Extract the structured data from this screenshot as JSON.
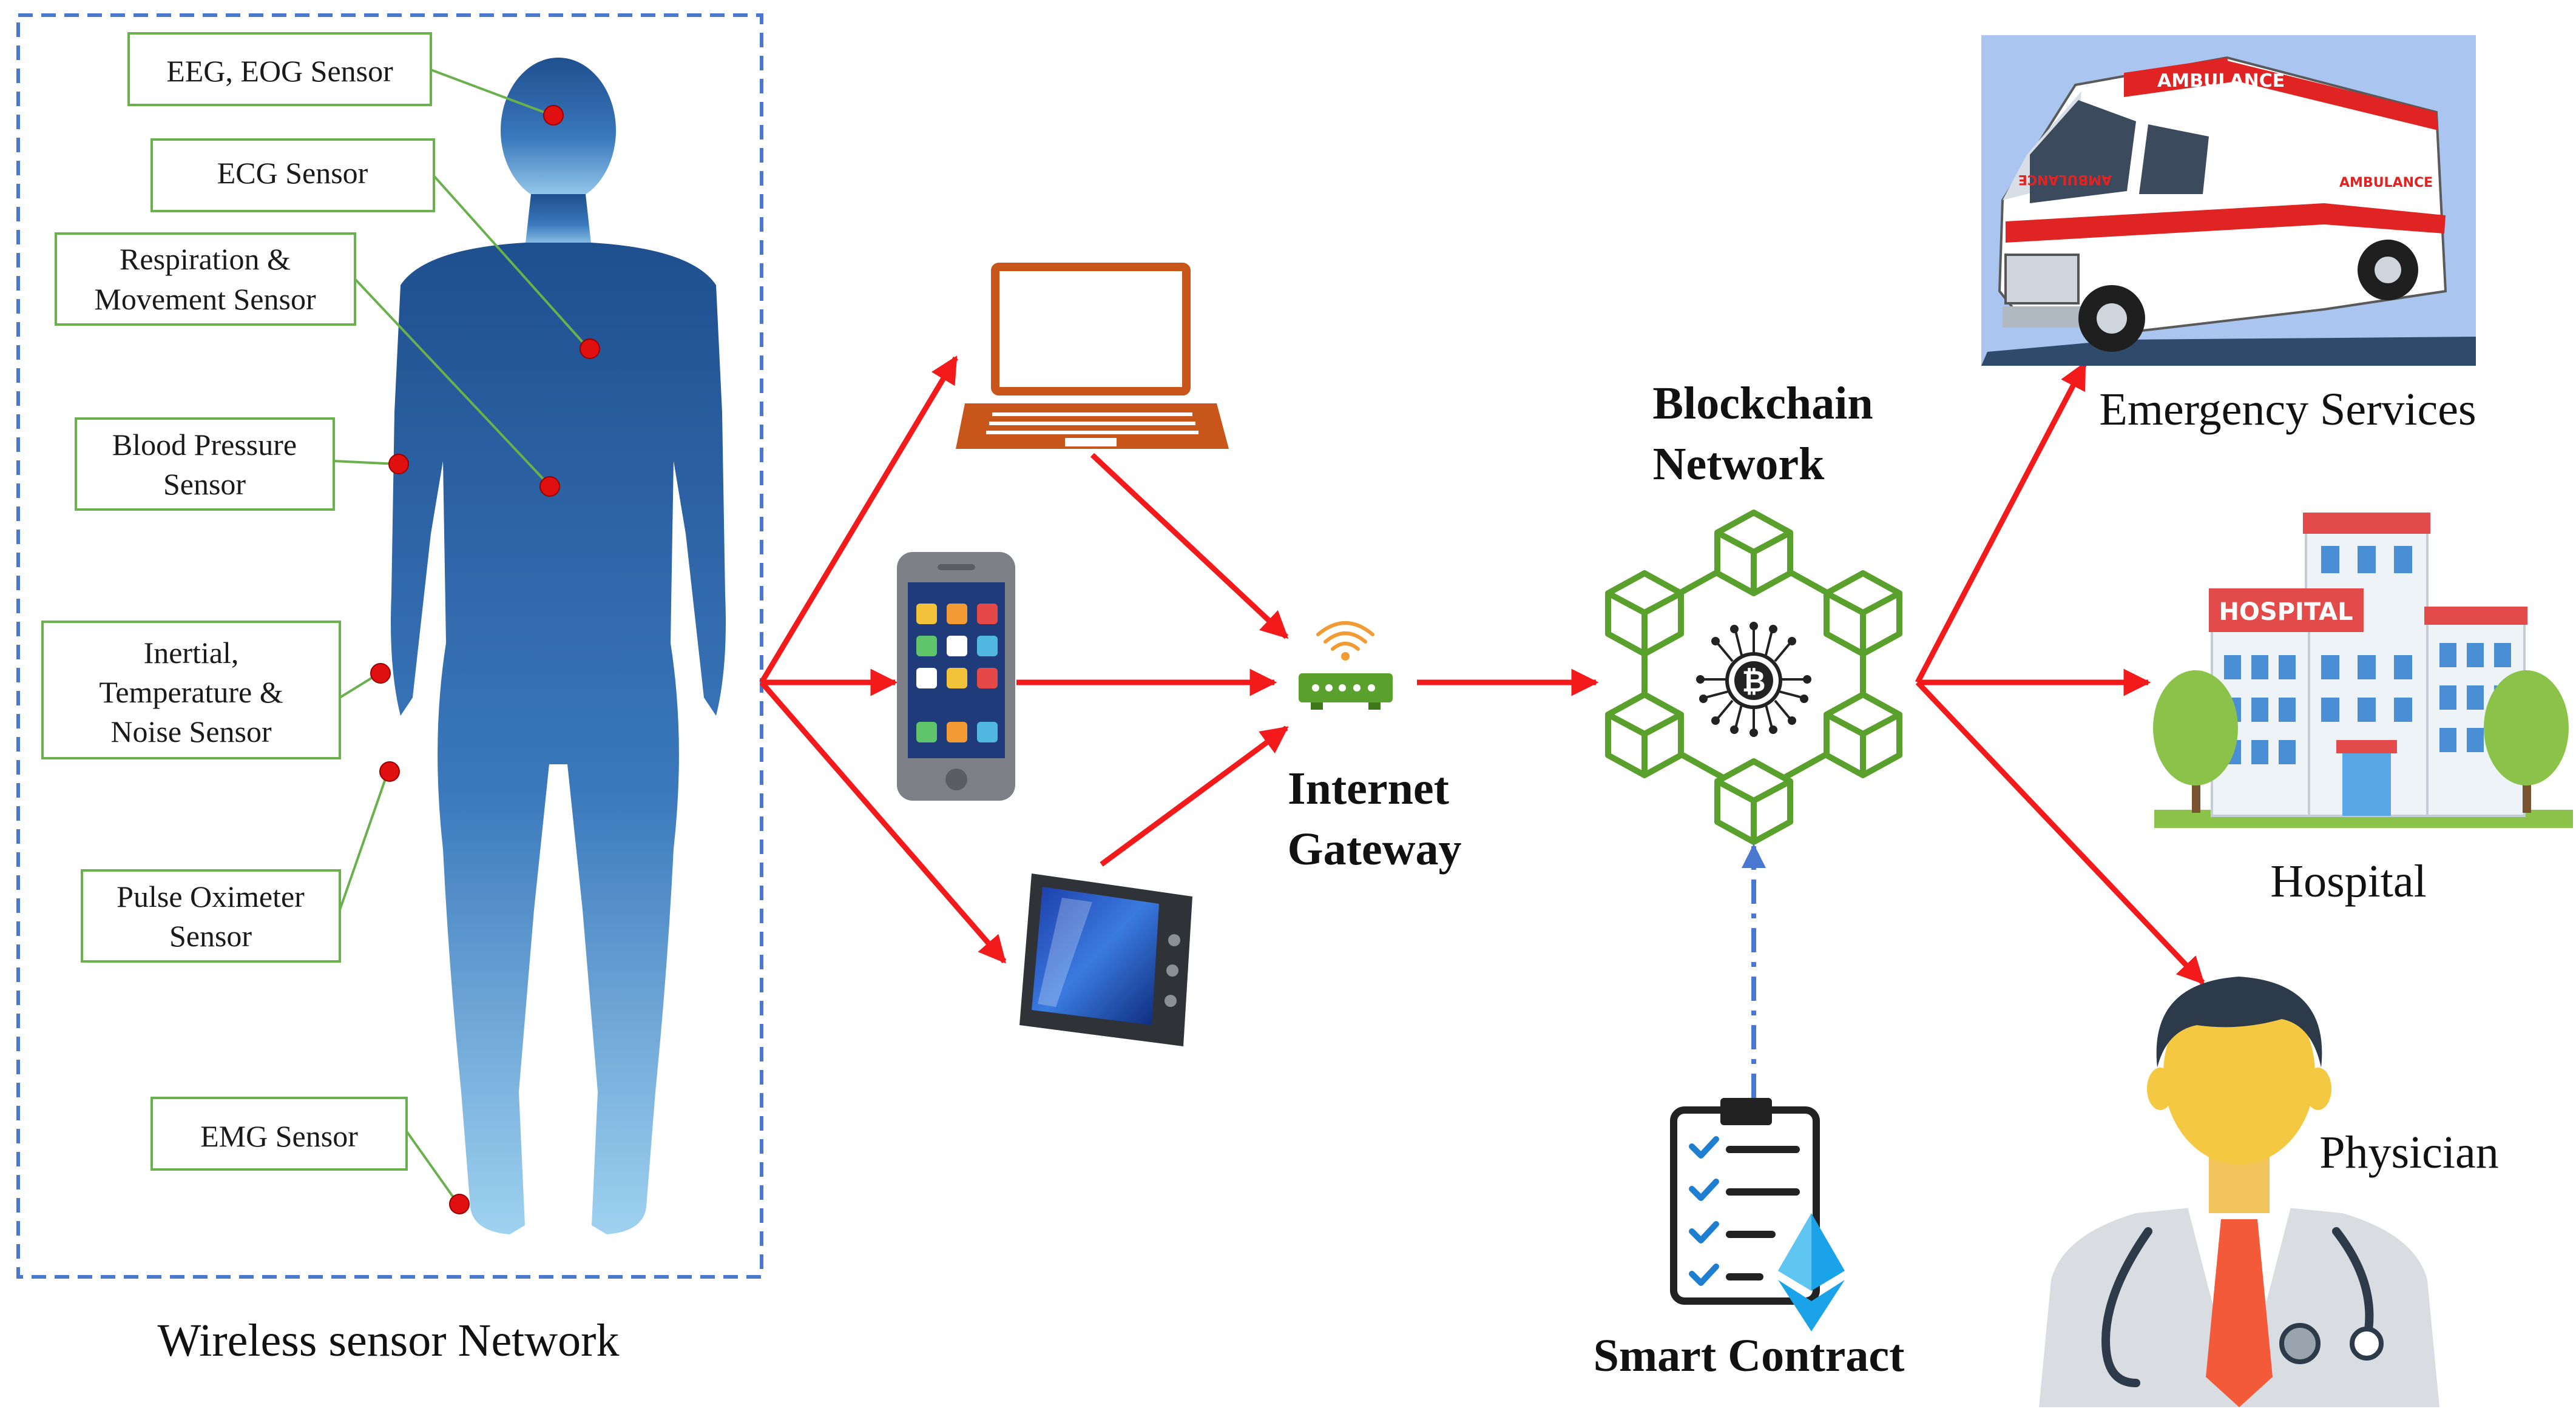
{
  "sensor_network": {
    "caption": "Wireless sensor Network",
    "sensors": [
      {
        "lines": [
          "EEG, EOG Sensor"
        ]
      },
      {
        "lines": [
          "ECG Sensor"
        ]
      },
      {
        "lines": [
          "Respiration &",
          "Movement Sensor"
        ]
      },
      {
        "lines": [
          "Blood Pressure",
          "Sensor"
        ]
      },
      {
        "lines": [
          "Inertial,",
          "Temperature &",
          "Noise Sensor"
        ]
      },
      {
        "lines": [
          "Pulse Oximeter",
          "Sensor"
        ]
      },
      {
        "lines": [
          "EMG Sensor"
        ]
      }
    ]
  },
  "gateway": {
    "line1": "Internet",
    "line2": "Gateway"
  },
  "blockchain": {
    "line1": "Blockchain",
    "line2": "Network"
  },
  "smart_contract": {
    "label": "Smart Contract"
  },
  "ambulance": {
    "roof_text": "AMBULANCE",
    "side_text": "AMBULANCE",
    "hood_text": "AMBULANCE"
  },
  "hospital": {
    "sign_text": "HOSPITAL"
  },
  "destinations": {
    "emergency": "Emergency Services",
    "hospital": "Hospital",
    "physician": "Physician"
  },
  "colors": {
    "arrow": "#f21a1a",
    "sensor_dot": "#e01010",
    "sensor_box_border": "#6ab04c",
    "dashed_border": "#4a78d0",
    "cube": "#5aa02c",
    "laptop": "#c8561a",
    "smart_contract_link": "#4a78d0"
  }
}
